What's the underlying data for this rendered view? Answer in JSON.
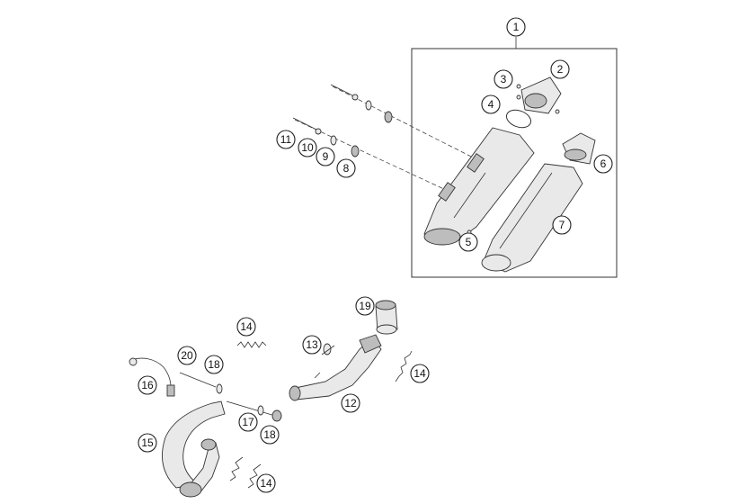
{
  "callouts": {
    "c1": "1",
    "c2": "2",
    "c3": "3",
    "c4": "4",
    "c5": "5",
    "c6": "6",
    "c7": "7",
    "c8": "8",
    "c9": "9",
    "c10": "10",
    "c11": "11",
    "c12": "12",
    "c13": "13",
    "c14a": "14",
    "c14b": "14",
    "c14c": "14",
    "c15": "15",
    "c16": "16",
    "c17": "17",
    "c18a": "18",
    "c18b": "18",
    "c19": "19",
    "c20": "20"
  }
}
